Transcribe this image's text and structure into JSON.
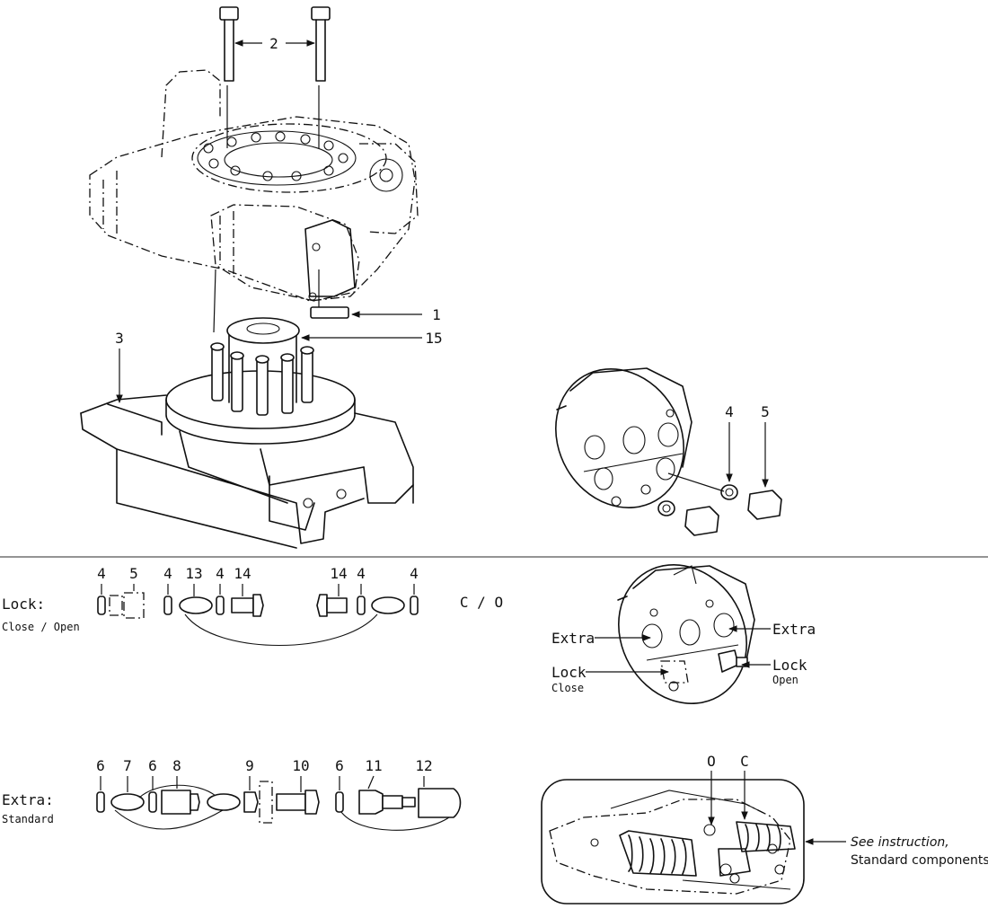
{
  "callouts": {
    "n1": "1",
    "n2": "2",
    "n3": "3",
    "n15": "15",
    "n4_mount": "4",
    "n5_mount": "5",
    "lock_row": [
      "4",
      "5",
      "4",
      "13",
      "4",
      "14",
      "14",
      "4",
      "4"
    ],
    "extra_row": [
      "6",
      "7",
      "6",
      "8",
      "9",
      "10",
      "6",
      "11",
      "12"
    ],
    "open_marker": "O",
    "close_marker": "C"
  },
  "labels": {
    "lock_title": "Lock:",
    "lock_subtitle": "Close / Open",
    "co_marker": "C / O",
    "extra_title": "Extra:",
    "extra_subtitle": "Standard",
    "port_extra_left": "Extra",
    "port_extra_right": "Extra",
    "port_lock_left": "Lock",
    "port_lock_left_sub": "Close",
    "port_lock_right": "Lock",
    "port_lock_right_sub": "Open",
    "note_italic": "See instruction,",
    "note_plain": "Standard components"
  }
}
